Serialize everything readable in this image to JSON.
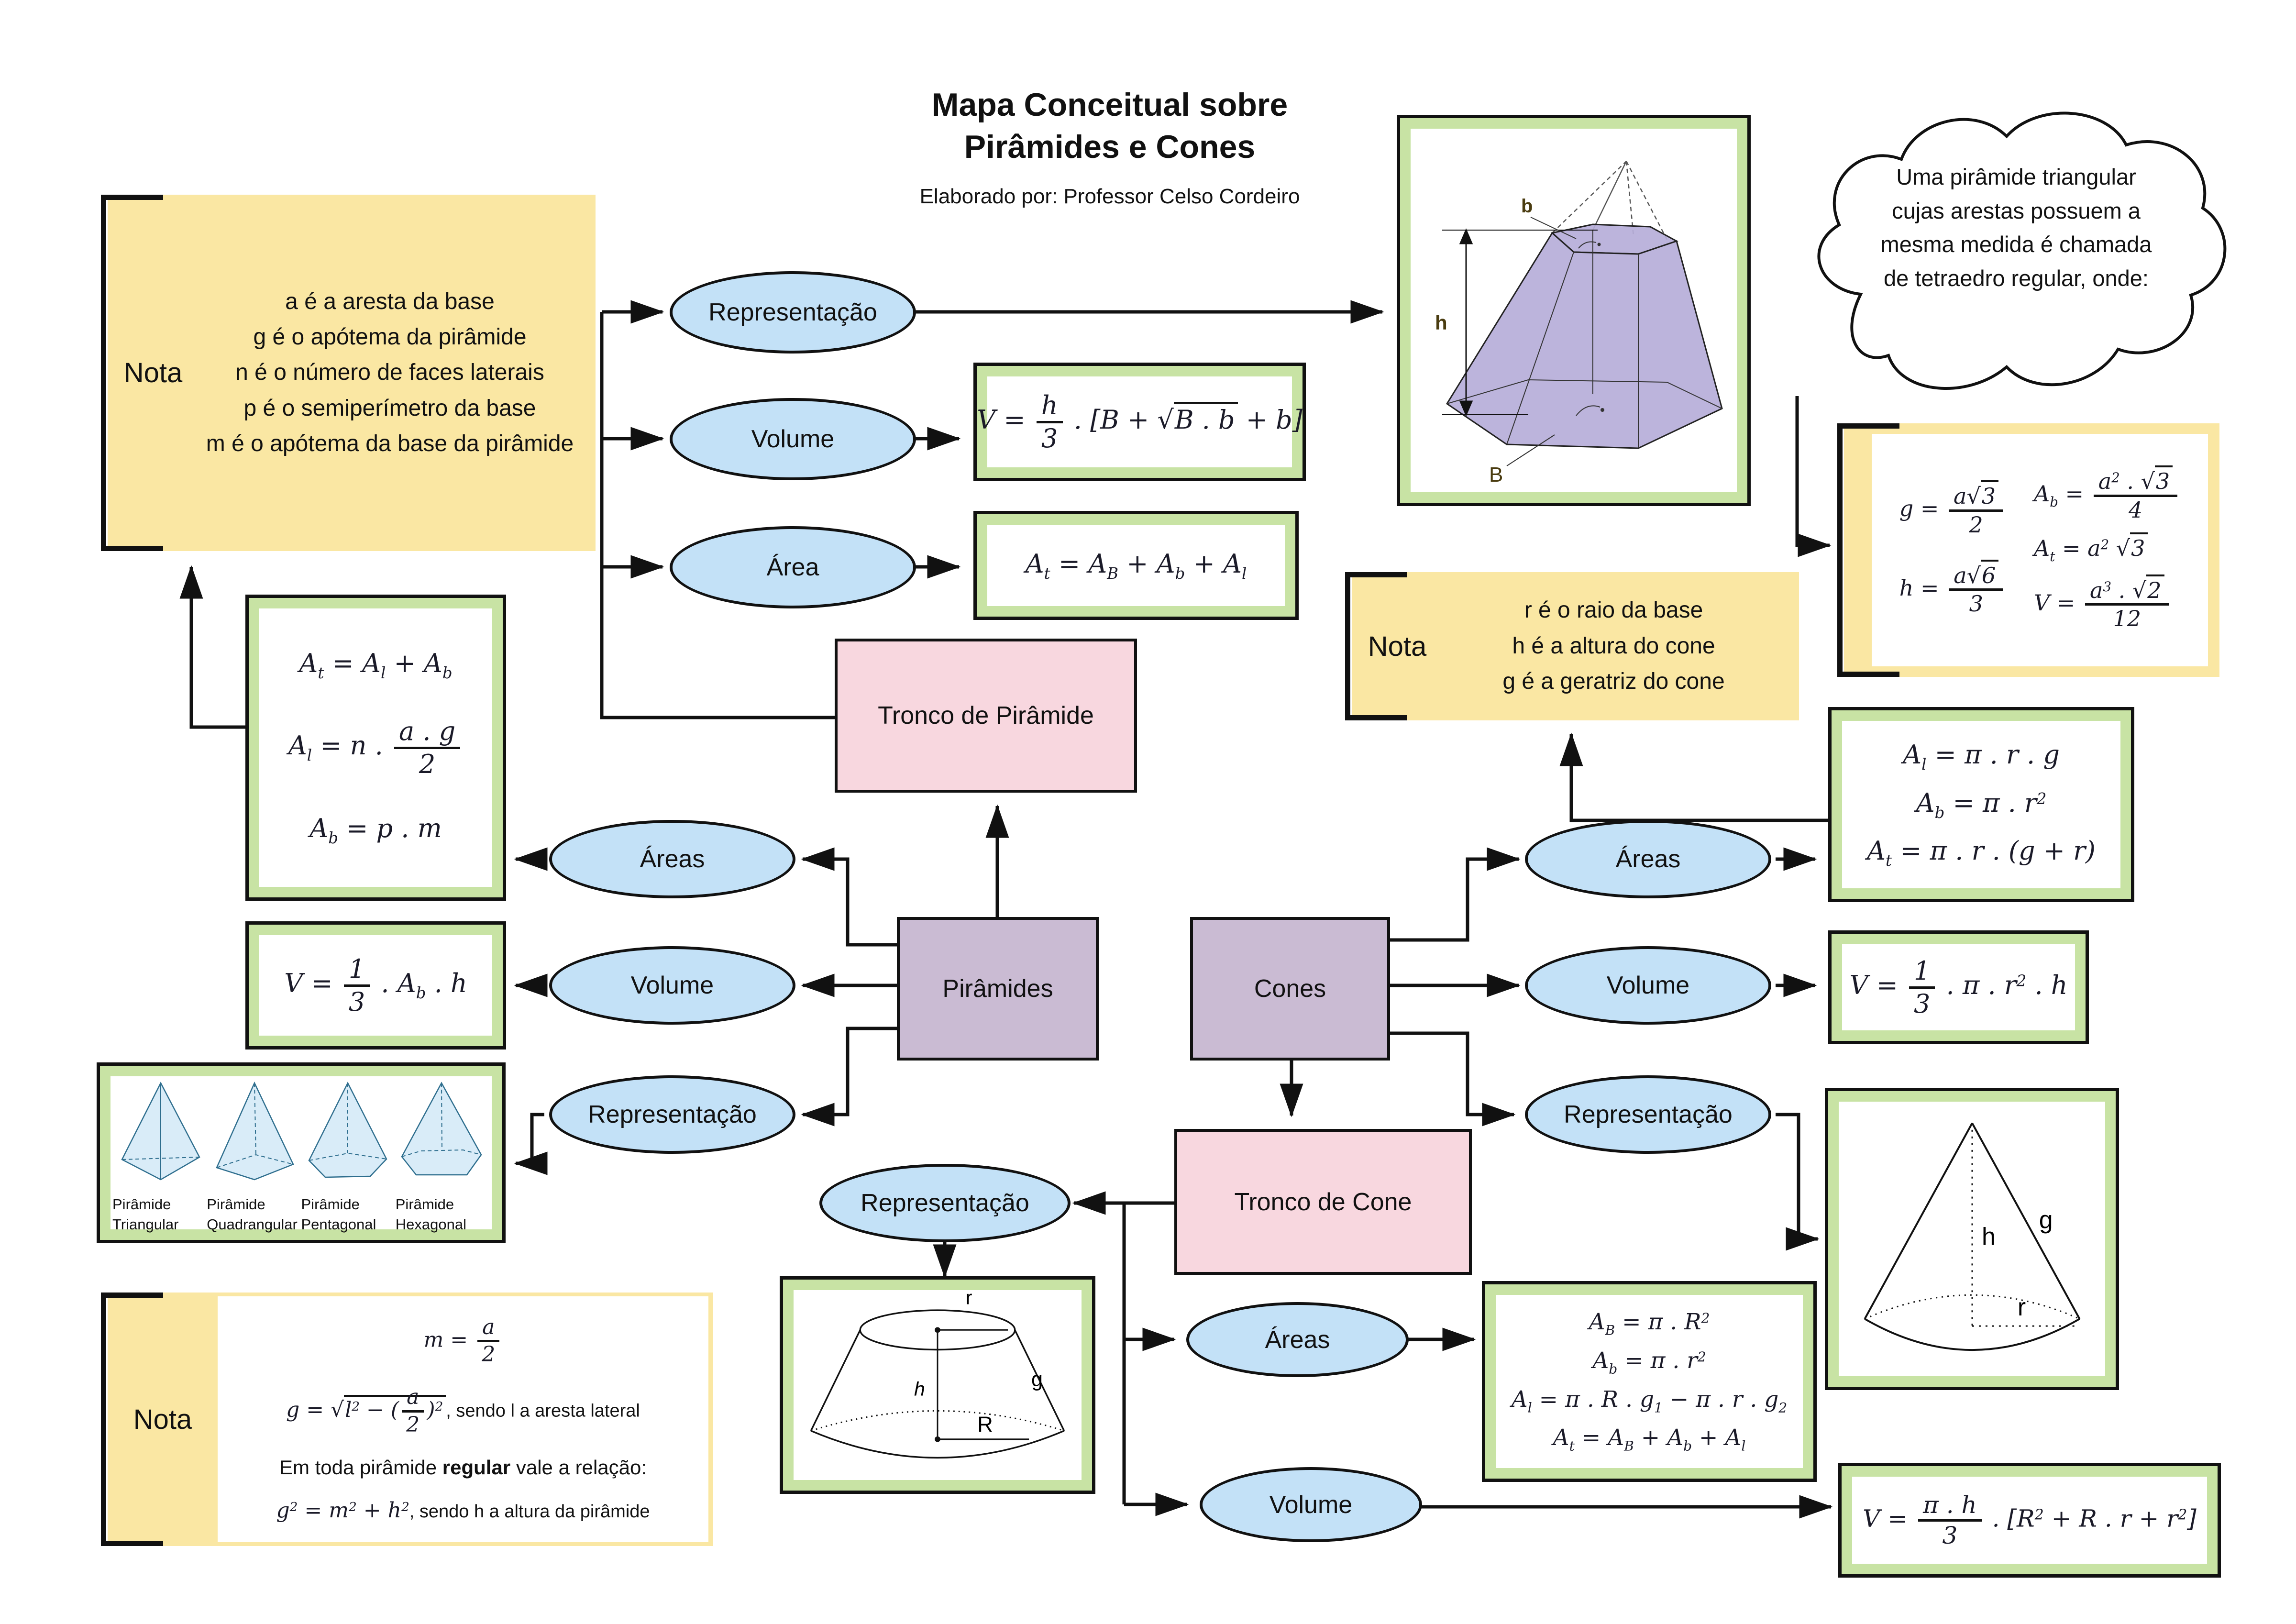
{
  "title": {
    "line1": "Mapa Conceitual sobre",
    "line2": "Pirâmides e Cones",
    "subtitle": "Elaborado por: Professor Celso Cordeiro"
  },
  "palette": {
    "yellow": "#FAE7A3",
    "green": "#C8E3A4",
    "blue": "#C3E1F7",
    "pink": "#F8D7DF",
    "mauve": "#CABBD3",
    "figure_purple": "#B6AED9",
    "line": "#111111"
  },
  "cloud": {
    "lines": [
      "Uma pirâmide triangular",
      "cujas arestas possuem a",
      "mesma medida é chamada",
      "de tetraedro regular, onde:"
    ]
  },
  "notes": {
    "pyramid_vars": {
      "label": "Nota",
      "lines": [
        "a é a aresta da base",
        "g é o apótema da pirâmide",
        "n é o número de faces laterais",
        "p é o semiperímetro da base",
        "m é o apótema da base da pirâmide"
      ]
    },
    "cone_vars": {
      "label": "Nota",
      "lines": [
        "r é o raio da base",
        "h é a altura do cone",
        "g é a geratriz do cone"
      ]
    },
    "regular_pyramid": {
      "label": "Nota",
      "text_pre": "Em toda pirâmide ",
      "text_bold": "regular",
      "text_post": " vale a relação:",
      "g_suffix": ", sendo l a aresta lateral",
      "g2_suffix": ", sendo h a altura da pirâmide"
    }
  },
  "nodes": {
    "tronco_piramide": "Tronco de Pirâmide",
    "piramides": "Pirâmides",
    "cones": "Cones",
    "tronco_cone": "Tronco de Cone",
    "tp_representacao": "Representação",
    "tp_volume": "Volume",
    "tp_area": "Área",
    "pir_areas": "Áreas",
    "pir_volume": "Volume",
    "pir_representacao": "Representação",
    "cone_areas": "Áreas",
    "cone_volume": "Volume",
    "cone_representacao": "Representação",
    "tc_representacao": "Representação",
    "tc_areas": "Áreas",
    "tc_volume": "Volume"
  },
  "formulas": {
    "tp_volume": "V = FRAC[h|3] . [B + SQRT[B . b] + b]",
    "tp_area": "A_{t} = A_{B} + A_{b} + A_{l}",
    "pir_at": "A_{t} = A_{l} + A_{b}",
    "pir_al": "A_{l} = n . FRAC[a . g|2]",
    "pir_ab": "A_{b} = p . m",
    "pir_v": "V = FRAC[1|3] . A_{b} . h",
    "tetra_g": "g = FRAC[aSQRT[3]|2]",
    "tetra_h": "h = FRAC[aSQRT[6]|3]",
    "tetra_ab": "A_{b} = FRAC[a^{2} . SQRT[3]|4]",
    "tetra_at": "A_{t} = a^{2} SQRT[3]",
    "tetra_v": "V = FRAC[a^{3} . SQRT[2]|12]",
    "cone_al": "A_{l} = π . r . g",
    "cone_ab": "A_{b} = π . r^{2}",
    "cone_at": "A_{t} = π . r . (g + r)",
    "cone_v": "V = FRAC[1|3] . π . r^{2} . h",
    "tc_aB": "A_{B} = π . R^{2}",
    "tc_ab": "A_{b} = π . r^{2}",
    "tc_al": "A_{l} = π . R . g_{1} − π . r . g_{2}",
    "tc_at": "A_{t} = A_{B} + A_{b} + A_{l}",
    "tc_v": "V = FRAC[π . h|3] . [R^{2} + R . r + r^{2}]",
    "nr_m": "m = FRAC[a|2]",
    "nr_g": "g = SQRT[l^{2} − (FRAC[a|2])^{2}]",
    "nr_g2": "g^{2} = m^{2} + h^{2}"
  },
  "figures": {
    "frustum_pyramid": {
      "top_base": "b",
      "height": "h",
      "bottom_base": "B"
    },
    "pyramids": {
      "captions": [
        "Pirâmide Triangular",
        "Pirâmide Quadrangular",
        "Pirâmide Pentagonal",
        "Pirâmide Hexagonal"
      ]
    },
    "cone": {
      "height": "h",
      "slant": "g",
      "radius": "r"
    },
    "frustum_cone": {
      "top_radius": "r",
      "slant": "g",
      "height": "h",
      "bottom_radius": "R"
    }
  }
}
